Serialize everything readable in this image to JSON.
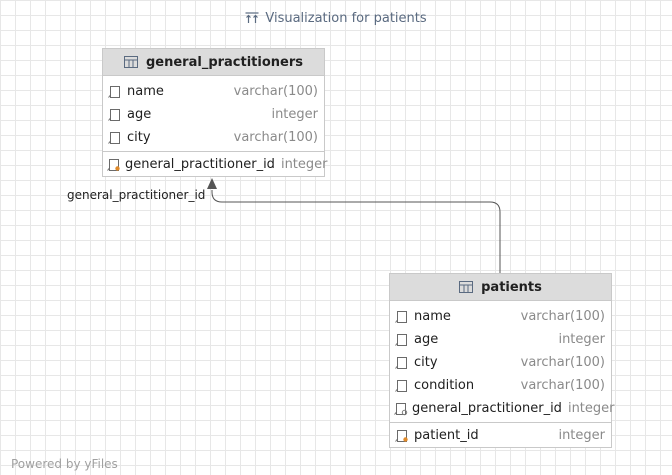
{
  "title": "Visualization for patients",
  "footer": "Powered by yFiles",
  "tables": {
    "general_practitioners": {
      "name": "general_practitioners",
      "columns": [
        {
          "name": "name",
          "type": "varchar(100)",
          "icon": "column-icon"
        },
        {
          "name": "age",
          "type": "integer",
          "icon": "column-icon"
        },
        {
          "name": "city",
          "type": "varchar(100)",
          "icon": "column-icon"
        }
      ],
      "key_columns": [
        {
          "name": "general_practitioner_id",
          "type": "integer",
          "icon": "primary-key-column-icon"
        }
      ]
    },
    "patients": {
      "name": "patients",
      "columns": [
        {
          "name": "name",
          "type": "varchar(100)",
          "icon": "column-icon"
        },
        {
          "name": "age",
          "type": "integer",
          "icon": "column-icon"
        },
        {
          "name": "city",
          "type": "varchar(100)",
          "icon": "column-icon"
        },
        {
          "name": "condition",
          "type": "varchar(100)",
          "icon": "column-icon"
        },
        {
          "name": "general_practitioner_id",
          "type": "integer",
          "icon": "foreign-key-column-icon"
        }
      ],
      "key_columns": [
        {
          "name": "patient_id",
          "type": "integer",
          "icon": "primary-key-column-icon"
        }
      ]
    }
  },
  "relationship": {
    "label": "general_practitioner_id"
  },
  "colors": {
    "header_bg": "#dcdcdc",
    "border": "#c9c9c9",
    "grid": "#e7e7e7",
    "title": "#5a6a80",
    "type_text": "#8a8a8a",
    "key_accent": "#e08a2a",
    "edge": "#555555"
  }
}
